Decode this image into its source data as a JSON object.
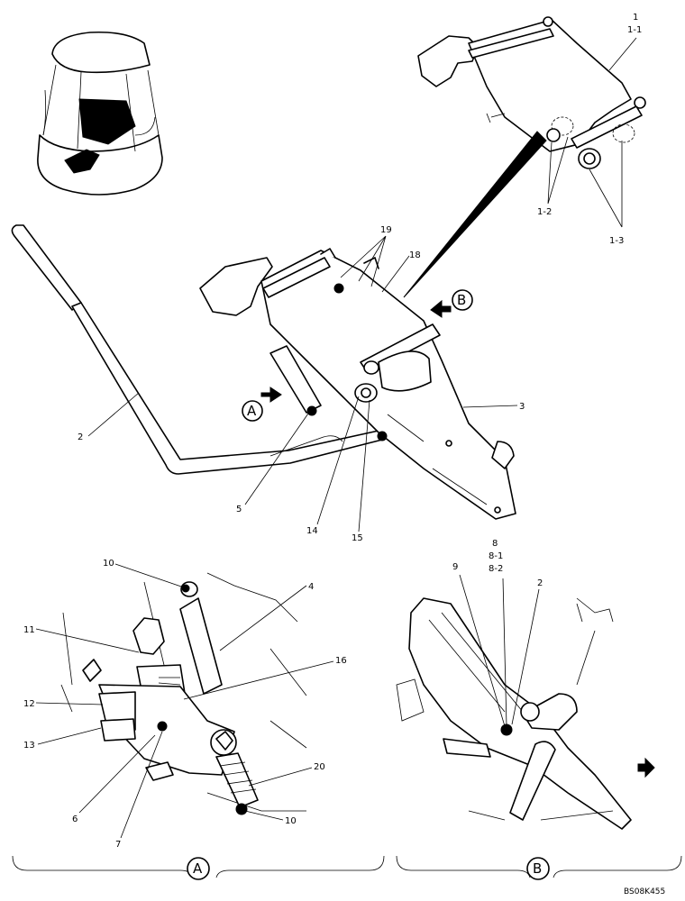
{
  "diagram": {
    "reference_code": "BS08K455",
    "section_labels": {
      "A": "A",
      "B": "B"
    },
    "callouts": {
      "p1": "1",
      "p1_1": "1-1",
      "p1_2": "1-2",
      "p1_3": "1-3",
      "p2_main": "2",
      "p3": "3",
      "p4": "4",
      "p5": "5",
      "p6": "6",
      "p7": "7",
      "p8": "8",
      "p8_1": "8-1",
      "p8_2": "8-2",
      "p9": "9",
      "p2_detail": "2",
      "p10_top": "10",
      "p10_bottom": "10",
      "p11": "11",
      "p12": "12",
      "p13": "13",
      "p14": "14",
      "p15": "15",
      "p16": "16",
      "p18": "18",
      "p19": "19",
      "p20": "20"
    }
  }
}
